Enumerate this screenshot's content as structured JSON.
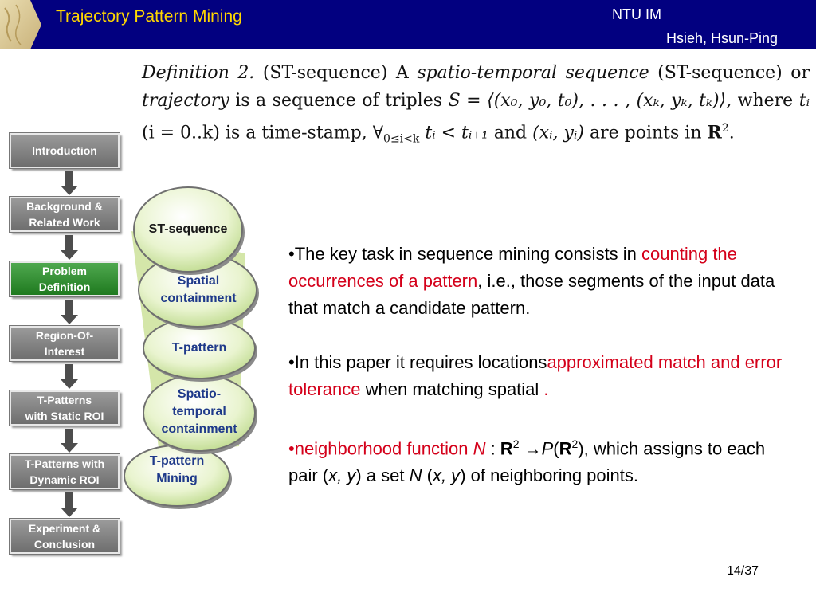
{
  "header": {
    "title": "Trajectory Pattern Mining",
    "org": "NTU IM",
    "author": "Hsieh, Hsun-Ping",
    "colors": {
      "bar": "#020080",
      "title": "#ffd700"
    }
  },
  "definition": {
    "label": "Definition 2.",
    "term_paren": "(ST-sequence)",
    "a": "A",
    "term1": "spatio-temporal sequence",
    "paren_term": "(ST-sequence)",
    "or": "or",
    "term2": "trajectory",
    "mid": "is a sequence of triples",
    "set": "S = ⟨(x₀, y₀, t₀), . . . , (xₖ, yₖ, tₖ)⟩,",
    "where": "where",
    "ti": "tᵢ",
    "range": "(i = 0..k)",
    "is_ts": "is a time-stamp,",
    "forall": "∀",
    "forall_sub": "0≤i<k",
    "ineq": "tᵢ < tᵢ₊₁",
    "and": "and",
    "pair": "(xᵢ, yᵢ)",
    "are_points": "are points in",
    "space": "R",
    "space_exp": "2",
    "end": "."
  },
  "nav": {
    "items": [
      {
        "label": "Introduction",
        "active": false
      },
      {
        "label": "Background &\nRelated Work",
        "active": false
      },
      {
        "label": "Problem\nDefinition",
        "active": true
      },
      {
        "label": "Region-Of-\nInterest",
        "active": false
      },
      {
        "label": "T-Patterns\nwith Static ROI",
        "active": false
      },
      {
        "label": "T-Patterns with\nDynamic ROI",
        "active": false
      },
      {
        "label": "Experiment &\nConclusion",
        "active": false
      }
    ]
  },
  "stack": {
    "items": [
      {
        "label": "ST-sequence"
      },
      {
        "label": "Spatial\ncontainment"
      },
      {
        "label": "T-pattern"
      },
      {
        "label": "Spatio-\ntemporal\ncontainment"
      },
      {
        "label": "T-pattern\nMining"
      }
    ]
  },
  "bullets": {
    "b1_pre": "•The key task in sequence mining consists in ",
    "b1_red": "counting the occurrences of a pattern",
    "b1_post": ", i.e., those segments of the input data that match a candidate pattern.",
    "b2_pre": "•In this paper it requires locations",
    "b2_red": "approximated match and error tolerance",
    "b2_post": " when matching spatial ",
    "b2_dot": ".",
    "b3_bullet": "•",
    "b3_red": "neighborhood function ",
    "b3_N": "N",
    "b3_colon": " : ",
    "b3_R": "R",
    "b3_exp": "2",
    "b3_arrow": " →",
    "b3_P": "P",
    "b3_open": "(",
    "b3_R2": "R",
    "b3_exp2": "2",
    "b3_close": "), which assigns to each pair (",
    "b3_xy": "x, y",
    "b3_mid": ") a set ",
    "b3_N2": "N",
    "b3_open2": " (",
    "b3_xy2": "x, y",
    "b3_end": ") of neighboring points."
  },
  "page": {
    "number": "14/37"
  }
}
